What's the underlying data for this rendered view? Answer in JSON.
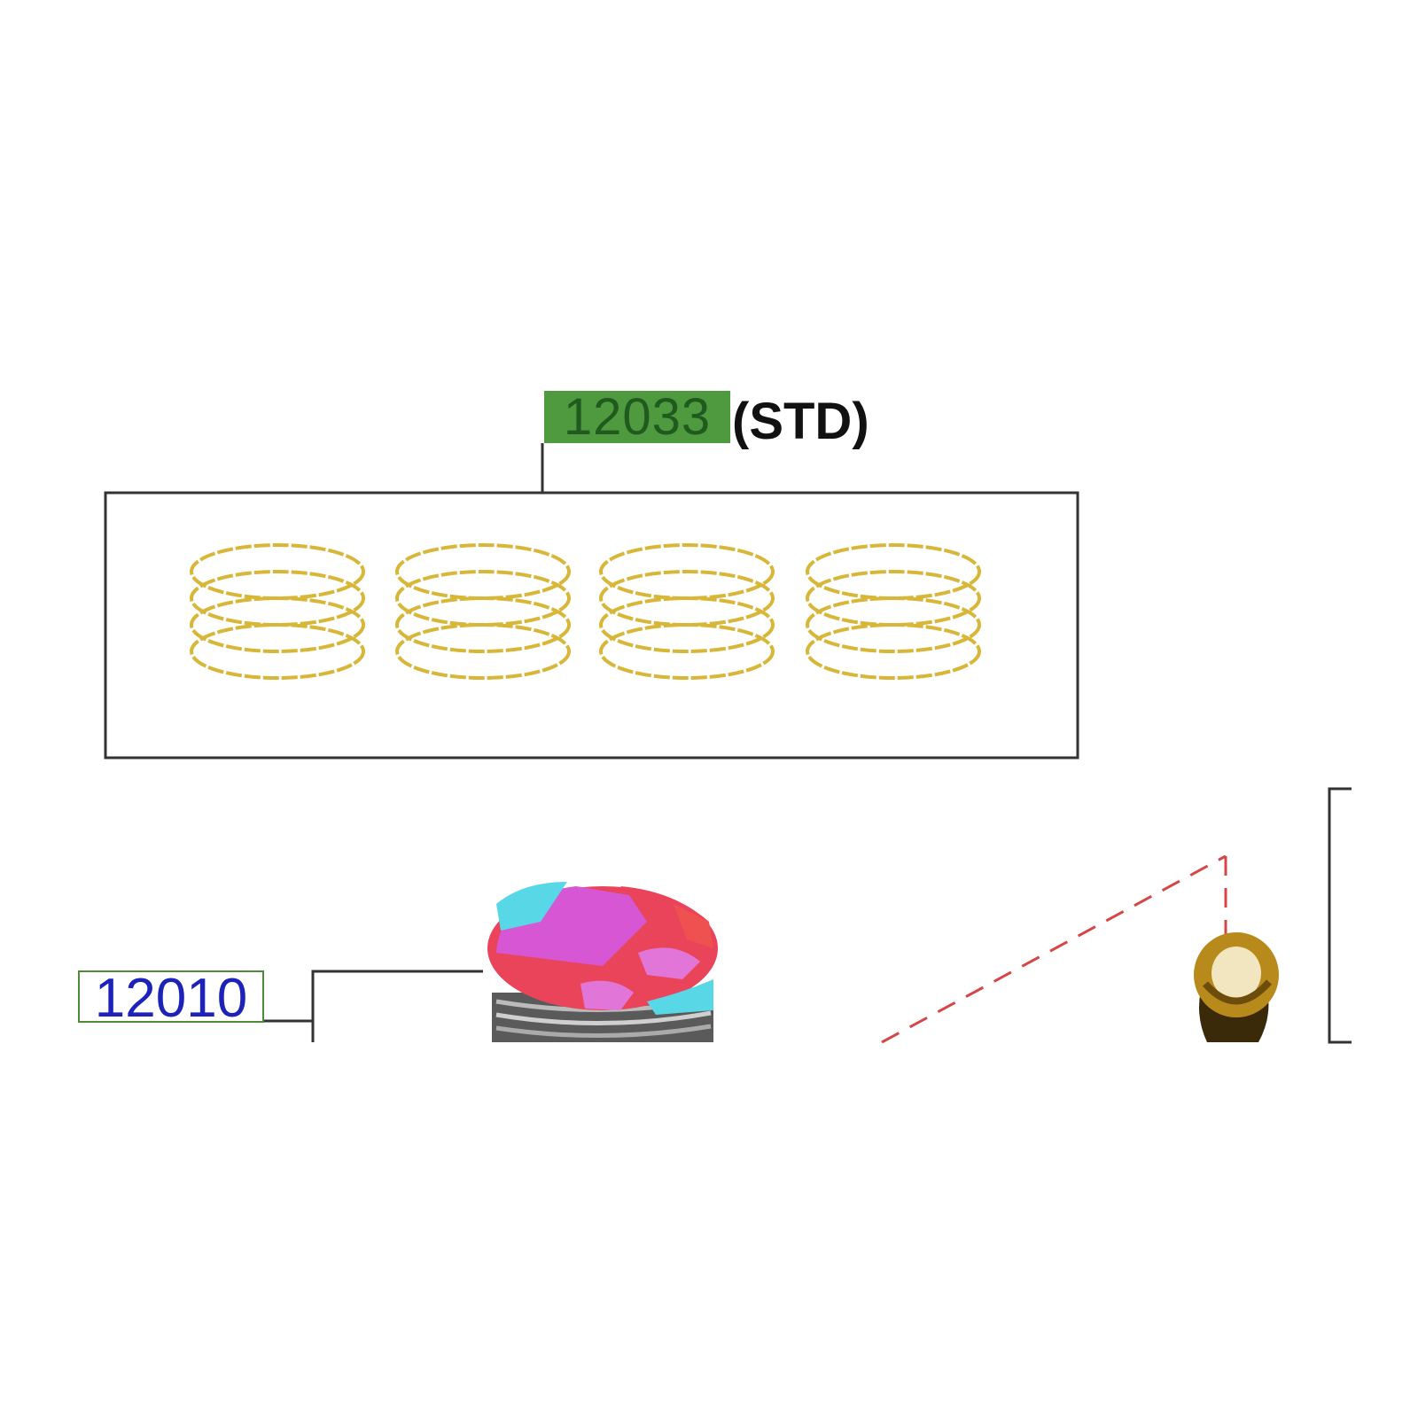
{
  "callouts": {
    "ring_set": {
      "part_number": "12033",
      "suffix": "(STD)",
      "highlight_color": "#4f9a3f"
    },
    "piston": {
      "part_number": "12010",
      "text_color": "#1d22b8",
      "frame_color": "#4f8a3a"
    }
  },
  "parts": {
    "ring_sets": [
      {
        "name": "ring-set-1"
      },
      {
        "name": "ring-set-2"
      },
      {
        "name": "ring-set-3"
      },
      {
        "name": "ring-set-4"
      }
    ],
    "ring_color": "#d8b638",
    "piston_top_colors": [
      "#e9445a",
      "#d756d4",
      "#58d8e6"
    ],
    "bushing_color": "#b88a1c",
    "hidden_line_color": "#d64646"
  }
}
